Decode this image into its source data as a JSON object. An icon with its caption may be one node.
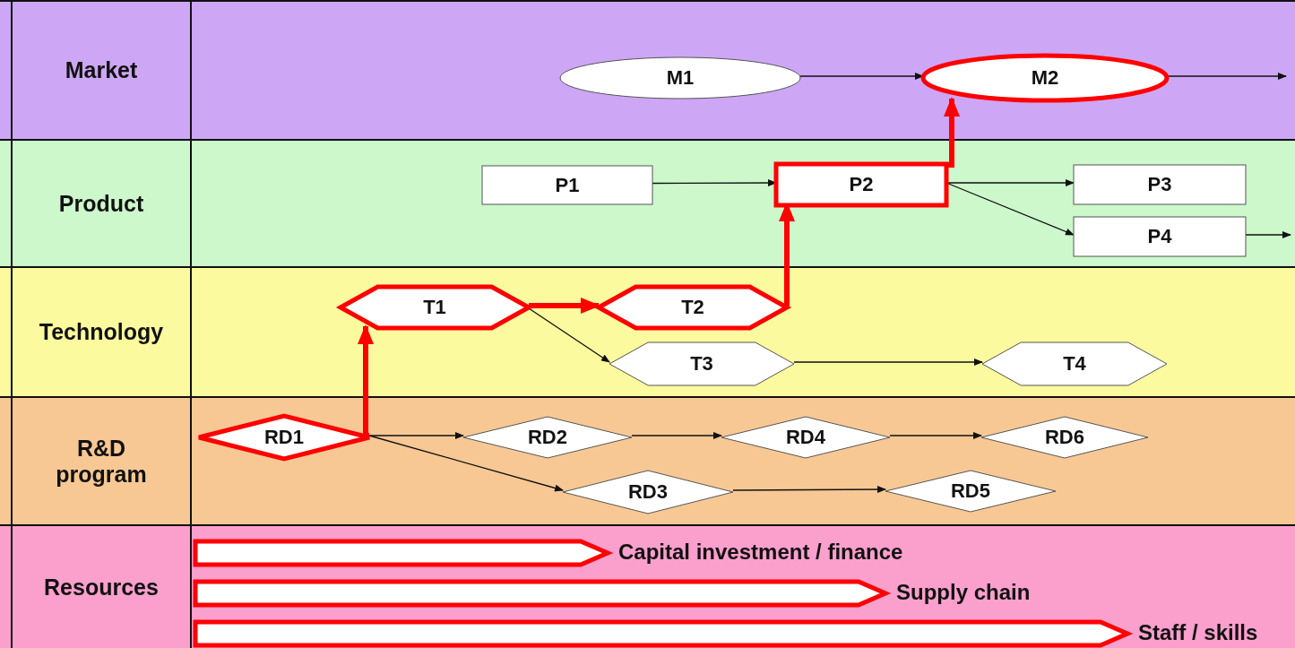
{
  "diagram": {
    "nodes": [
      {
        "text": [
          "Market"
        ]
      },
      {
        "text": [
          "Product"
        ]
      },
      {
        "text": [
          "Technology"
        ]
      },
      {
        "text": [
          "R&D program"
        ]
      },
      {
        "text": [
          "Resources"
        ]
      },
      {
        "text": [
          "M1"
        ],
        "in": 0
      },
      {
        "text": [
          "M2"
        ],
        "in": 0
      },
      {
        "text": [
          "P1"
        ],
        "in": 1
      },
      {
        "text": [
          "P2"
        ],
        "in": 1
      },
      {
        "text": [
          "P3"
        ],
        "in": 1
      },
      {
        "text": [
          "P4"
        ],
        "in": 1
      },
      {
        "text": [
          "T1"
        ],
        "in": 2
      },
      {
        "text": [
          "T2"
        ],
        "in": 2
      },
      {
        "text": [
          "T3"
        ],
        "in": 2
      },
      {
        "text": [
          "T4"
        ],
        "in": 2
      },
      {
        "text": [
          "RD1"
        ],
        "in": 3
      },
      {
        "text": [
          "RD2"
        ],
        "in": 3
      },
      {
        "text": [
          "RD3"
        ],
        "in": 3
      },
      {
        "text": [
          "RD4"
        ],
        "in": 3
      },
      {
        "text": [
          "RD5"
        ],
        "in": 3
      },
      {
        "text": [
          "RD6"
        ],
        "in": 3
      },
      {
        "text": [],
        "shape": "bar",
        "in": 4,
        "beside": [
          "Capital investment / finance"
        ]
      },
      {
        "text": [],
        "shape": "bar",
        "in": 4,
        "beside": [
          "Supply chain"
        ]
      },
      {
        "text": [],
        "shape": "bar",
        "in": 4,
        "beside": [
          "Staff / skills"
        ]
      }
    ],
    "edges": [
      {
        "from": 5,
        "to": 6,
        "arrow": "to"
      },
      {
        "from": 6,
        "to": null,
        "arrow": "to"
      },
      {
        "from": 7,
        "to": 8,
        "arrow": "to"
      },
      {
        "from": 8,
        "to": 6,
        "arrow": "to",
        "style": "thick",
        "color": "#ff0000"
      },
      {
        "from": 8,
        "to": 9,
        "arrow": "to"
      },
      {
        "from": 8,
        "to": 10,
        "arrow": "to"
      },
      {
        "from": 10,
        "to": null,
        "arrow": "to"
      },
      {
        "from": 11,
        "to": 12,
        "arrow": "to",
        "style": "thick",
        "color": "#ff0000"
      },
      {
        "from": 11,
        "to": 13,
        "arrow": "to"
      },
      {
        "from": 12,
        "to": 8,
        "arrow": "to",
        "style": "thick",
        "color": "#ff0000"
      },
      {
        "from": 13,
        "to": 14,
        "arrow": "to"
      },
      {
        "from": 15,
        "to": 11,
        "arrow": "to",
        "style": "thick",
        "color": "#ff0000"
      },
      {
        "from": 15,
        "to": 16,
        "arrow": "to"
      },
      {
        "from": 15,
        "to": 17,
        "arrow": "to"
      },
      {
        "from": 16,
        "to": 18,
        "arrow": "to"
      },
      {
        "from": 18,
        "to": 20,
        "arrow": "to"
      },
      {
        "from": 17,
        "to": 19,
        "arrow": "to"
      }
    ]
  }
}
